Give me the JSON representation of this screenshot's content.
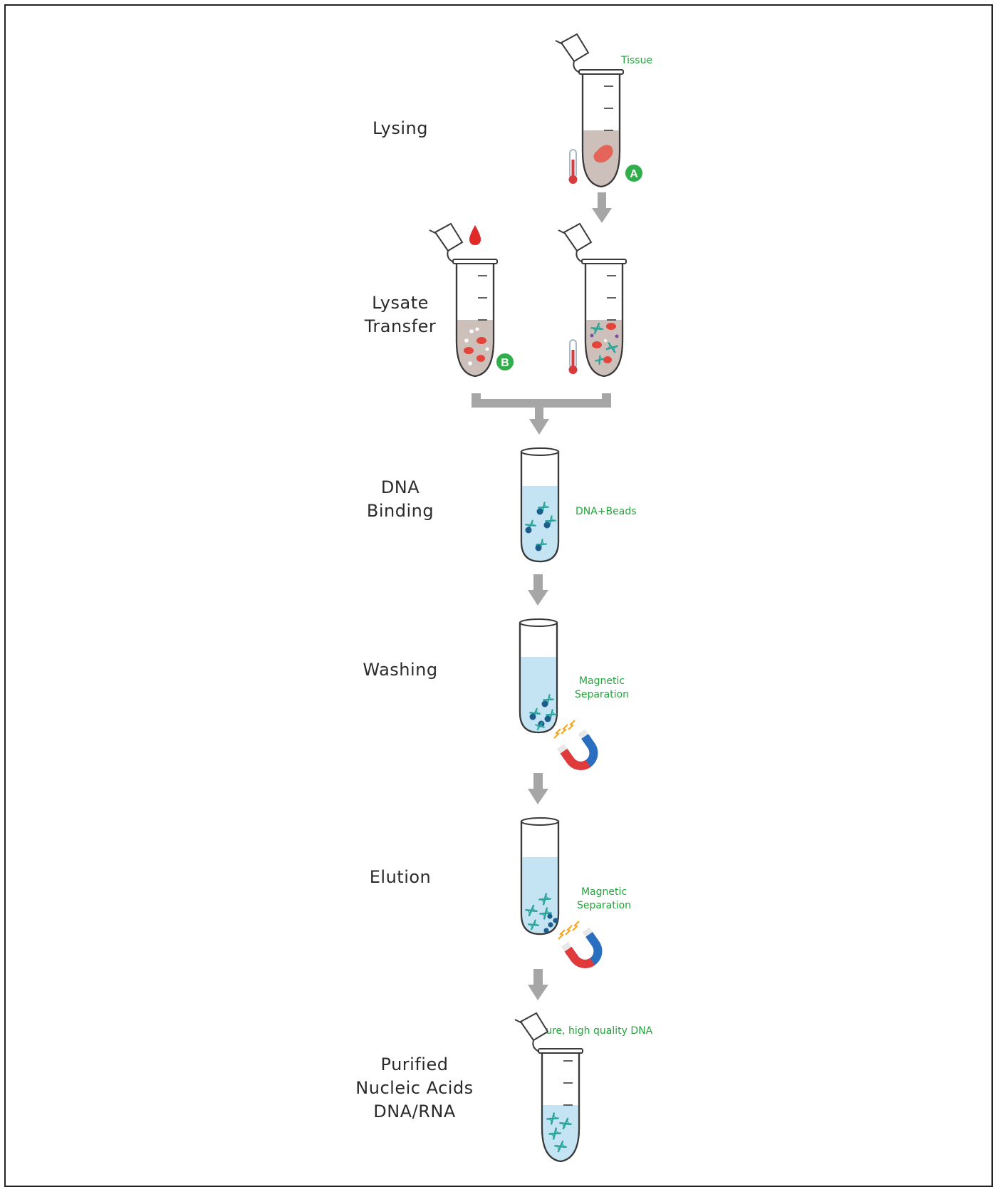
{
  "steps": {
    "lysing": "Lysing",
    "lysate_transfer": [
      "Lysate",
      "Transfer"
    ],
    "dna_binding": [
      "DNA",
      "Binding"
    ],
    "washing": "Washing",
    "elution": "Elution",
    "purified": [
      "Purified",
      "Nucleic Acids",
      "DNA/RNA"
    ]
  },
  "notes": {
    "tissue": "Tissue",
    "dna_beads": "DNA+Beads",
    "magnetic_separation_1": [
      "Magnetic",
      "Separation"
    ],
    "magnetic_separation_2": [
      "Magnetic",
      "Separation"
    ],
    "pure_dna": "Pure, high quality DNA"
  },
  "badges": {
    "a": "A",
    "b": "B"
  },
  "colors": {
    "label_green": "#22a53a",
    "badge_green": "#2fae4a",
    "arrow_gray": "#a6a6a6",
    "lysate_fill": "#cdc0bb",
    "tissue_red": "#e3655a",
    "liquid_blue": "#c4e3f3",
    "magnet_red": "#e03a3a",
    "magnet_blue": "#2a6fbf"
  }
}
